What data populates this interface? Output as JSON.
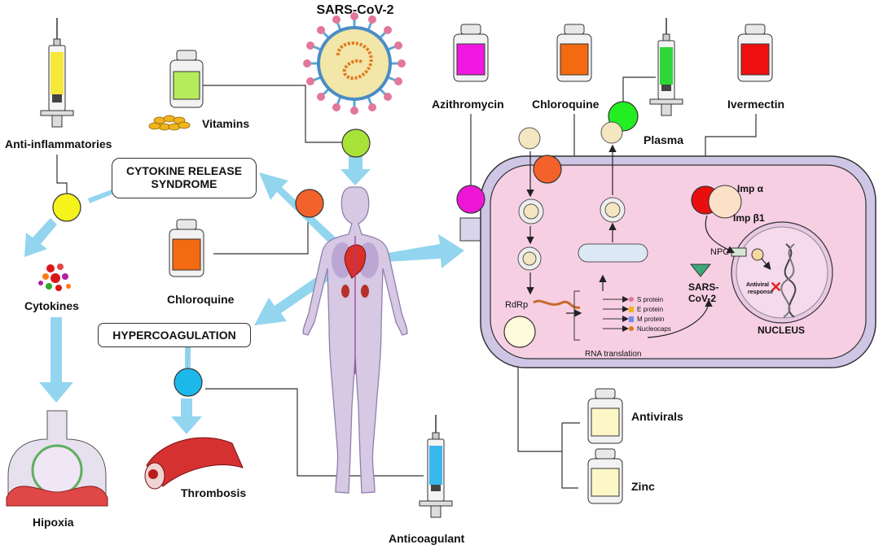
{
  "virus": {
    "label": "SARS-CoV-2"
  },
  "drugs": {
    "vitamins": "Vitamins",
    "anti_inflammatories": "Anti-inflammatories",
    "chloroquine_left": "Chloroquine",
    "azithromycin": "Azithromycin",
    "chloroquine_right": "Chloroquine",
    "plasma": "Plasma",
    "ivermectin": "Ivermectin",
    "antivirals": "Antivirals",
    "zinc": "Zinc",
    "anticoagulant": "Anticoagulant"
  },
  "conditions": {
    "cytokine_release_line1": "CYTOKINE RELEASE",
    "cytokine_release_line2": "SYNDROME",
    "hypercoagulation": "HYPERCOAGULATION",
    "cytokines": "Cytokines",
    "hipoxia": "Hipoxia",
    "thrombosis": "Thrombosis"
  },
  "cell": {
    "imp_alpha": "Imp α",
    "imp_beta1": "Imp β1",
    "npc": "NPC",
    "antiviral_response_line1": "Antiviral",
    "antiviral_response_line2": "response",
    "nucleus": "NUCLEUS",
    "rdrp": "RdRp",
    "rna_translation": "RNA translation",
    "virus_line1": "SARS-",
    "virus_line2": "CoV-2",
    "proteins": [
      "S protein",
      "E protein",
      "M protein",
      "Nucleocaps"
    ]
  },
  "colors": {
    "arrow": "#8dd3ee",
    "cell_fill": "#f7cfe3",
    "vitamins_circle": "#a9e33a",
    "chloroquine_circle": "#f3622a",
    "anti_inflammatory_circle": "#f6f31c",
    "azithromycin_circle": "#ee16d6",
    "plasma_circle": "#22ee22",
    "ivermectin_circle": "#ea0f0f",
    "anticoagulant_circle": "#1cb8ea",
    "antivirals_circle": "#fdfbdc"
  }
}
